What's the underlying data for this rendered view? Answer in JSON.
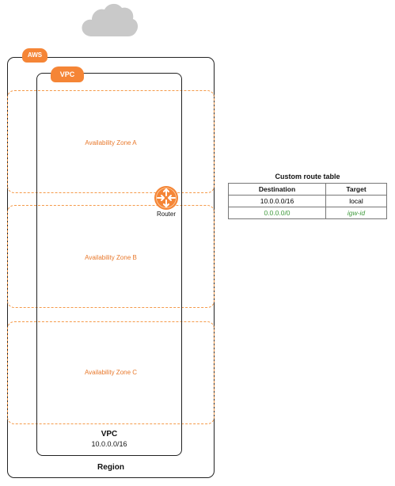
{
  "badges": {
    "aws": "AWS",
    "vpc": "VPC"
  },
  "region": {
    "label": "Region"
  },
  "vpc": {
    "label": "VPC",
    "cidr": "10.0.0.0/16"
  },
  "availability_zones": [
    {
      "label": "Availability Zone A"
    },
    {
      "label": "Availability Zone B"
    },
    {
      "label": "Availability Zone C"
    }
  ],
  "router": {
    "label": "Router"
  },
  "route_table": {
    "title": "Custom route table",
    "headers": [
      "Destination",
      "Target"
    ],
    "rows": [
      {
        "destination": "10.0.0.0/16",
        "target": "local"
      },
      {
        "destination": "0.0.0.0/0",
        "target": "igw-id"
      }
    ]
  },
  "icons": {
    "cloud": "cloud-icon",
    "router": "router-icon"
  },
  "colors": {
    "aws_orange": "#f58536",
    "zone_dash": "#f59a4a",
    "zone_text": "#e8782b",
    "cloud_gray": "#c9c9c9",
    "route_green": "#3f9a3c"
  }
}
